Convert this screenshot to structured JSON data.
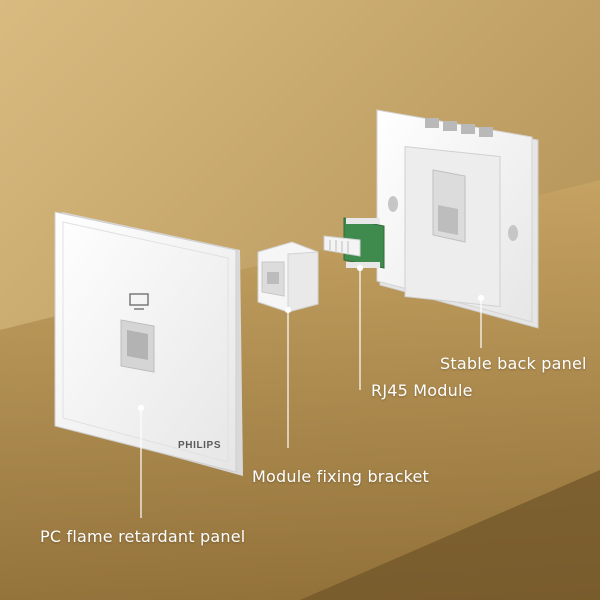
{
  "brand": "PHILIPS",
  "labels": {
    "back_panel": "Stable back panel",
    "rj45_module": "RJ45 Module",
    "fixing_bracket": "Module fixing bracket",
    "front_panel": "PC flame retardant panel"
  },
  "colors": {
    "background": "#b08a4a",
    "panel": "#f2f2f2",
    "label_text": "#ffffff",
    "pcb": "#3f8a4d"
  },
  "icons": {
    "panel_symbol": "monitor-icon"
  }
}
